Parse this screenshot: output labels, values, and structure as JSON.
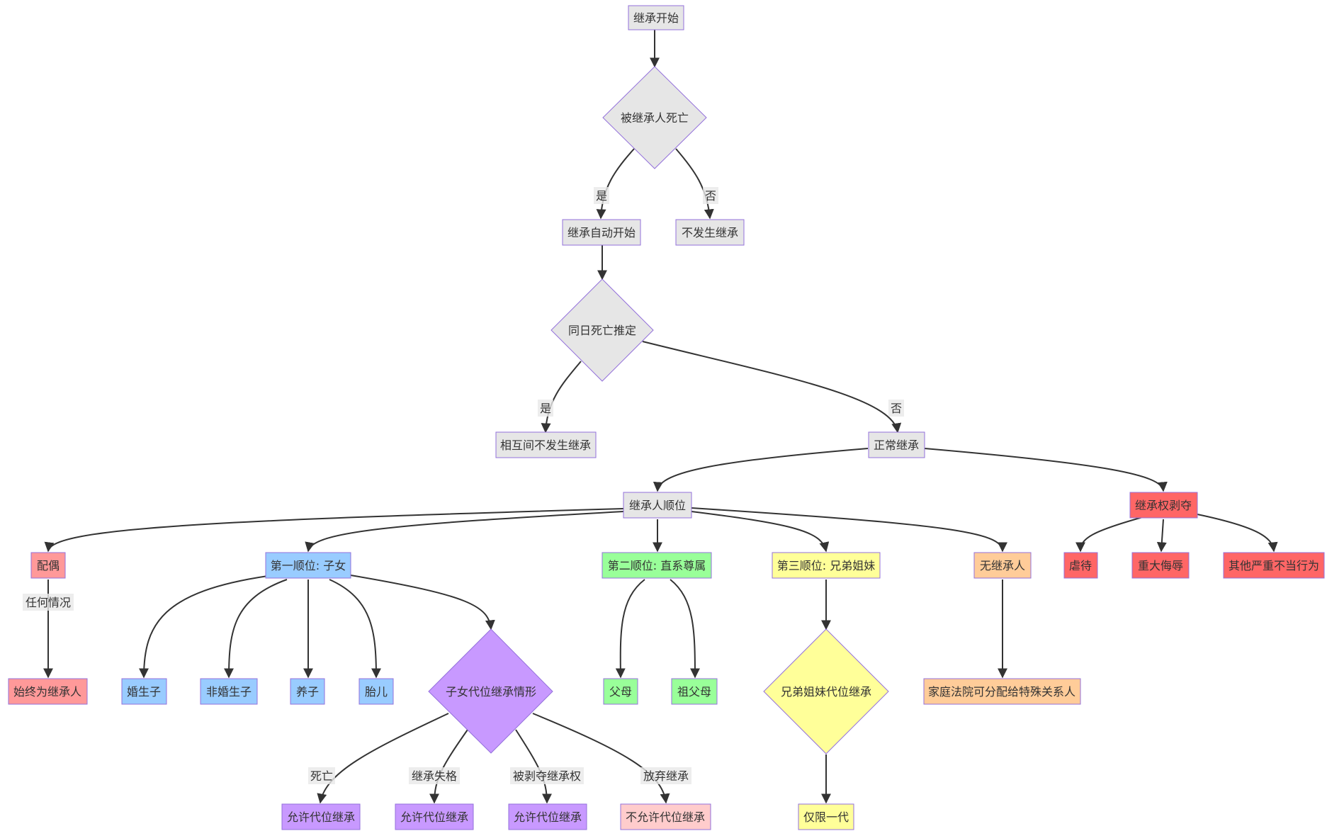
{
  "colors": {
    "default_fill": "#e6e6e6",
    "default_stroke": "#9370db",
    "edge": "#333333",
    "spouse": "#ff9999",
    "child": "#99ccff",
    "child_diamond": "#c899ff",
    "parents": "#99ff99",
    "sibling": "#ffff99",
    "none": "#ffcc99",
    "revoke": "#ff6666",
    "deny": "#ffcccc"
  },
  "nodes": {
    "start": "继承开始",
    "death": "被继承人死亡",
    "auto": "继承自动开始",
    "no_inherit": "不发生继承",
    "same_day": "同日死亡推定",
    "mutual_none": "相互间不发生继承",
    "normal": "正常继承",
    "order": "继承人顺位",
    "revoke": "继承权剥夺",
    "spouse": "配偶",
    "first": "第一顺位: 子女",
    "second": "第二顺位: 直系尊属",
    "third": "第三顺位: 兄弟姐妹",
    "none": "无继承人",
    "abuse": "虐待",
    "insult": "重大侮辱",
    "other_misconduct": "其他严重不当行为",
    "always_heir": "始终为继承人",
    "legit_child": "婚生子",
    "illegit_child": "非婚生子",
    "adopted": "养子",
    "fetus": "胎儿",
    "child_subrogation": "子女代位继承情形",
    "parents": "父母",
    "grandparents": "祖父母",
    "sibling_subrogation": "兄弟姐妹代位继承",
    "family_court": "家庭法院可分配给特殊关系人",
    "allow1": "允许代位继承",
    "allow2": "允许代位继承",
    "allow3": "允许代位继承",
    "deny": "不允许代位继承",
    "one_gen": "仅限一代"
  },
  "edge_labels": {
    "death_yes": "是",
    "death_no": "否",
    "sameday_yes": "是",
    "sameday_no": "否",
    "spouse_any": "任何情况",
    "died": "死亡",
    "disqualified": "继承失格",
    "revoked": "被剥夺继承权",
    "renounced": "放弃继承"
  }
}
